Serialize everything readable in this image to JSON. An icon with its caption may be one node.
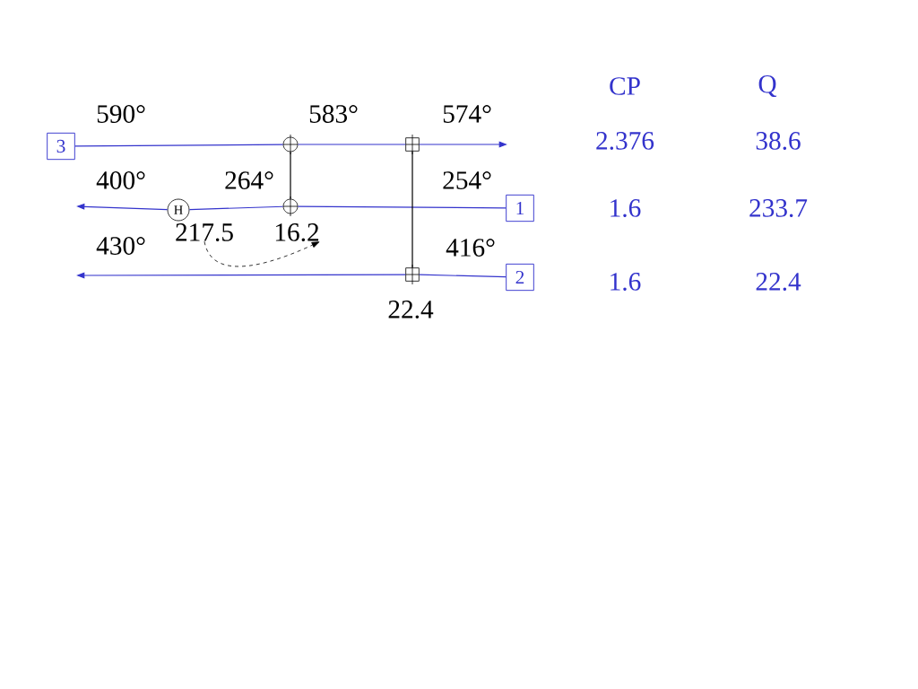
{
  "diagram": {
    "nodes": [
      {
        "text": [
          "3"
        ]
      },
      {
        "text": [],
        "shape": "circle"
      },
      {
        "text": [],
        "shape": "box"
      },
      {
        "text": [
          "H"
        ]
      },
      {
        "text": [],
        "shape": "circle"
      },
      {
        "text": [
          "1"
        ]
      },
      {
        "text": [
          "217.5"
        ]
      },
      {
        "text": [
          "16.2"
        ]
      },
      {
        "text": [],
        "shape": "box",
        "beside": [
          "22.4"
        ]
      },
      {
        "text": [
          "2"
        ]
      }
    ],
    "edges": [
      {
        "from": 0,
        "to": 1,
        "arrow": "none"
      },
      {
        "from": 1,
        "to": 2,
        "arrow": "none"
      },
      {
        "from": 2,
        "to": null,
        "arrow": "to"
      },
      {
        "from": 5,
        "to": 4,
        "arrow": "none"
      },
      {
        "from": 4,
        "to": 3,
        "arrow": "none"
      },
      {
        "from": 3,
        "to": null,
        "arrow": "to"
      },
      {
        "from": 9,
        "to": 8,
        "arrow": "none"
      },
      {
        "from": 8,
        "to": null,
        "arrow": "to"
      },
      {
        "from": 1,
        "to": 4,
        "arrow": "none",
        "color": "#000000"
      },
      {
        "from": 2,
        "to": 8,
        "arrow": "none",
        "color": "#000000"
      },
      {
        "from": 6,
        "to": 7,
        "arrow": "to",
        "style": "dashed",
        "color": "#000000"
      }
    ],
    "labels": [
      "CP",
      "Q",
      "590°",
      "583°",
      "574°",
      "2.376",
      "38.6",
      "400°",
      "264°",
      "254°",
      "1.6",
      "233.7",
      "430°",
      "416°",
      "1.6",
      "22.4"
    ]
  }
}
